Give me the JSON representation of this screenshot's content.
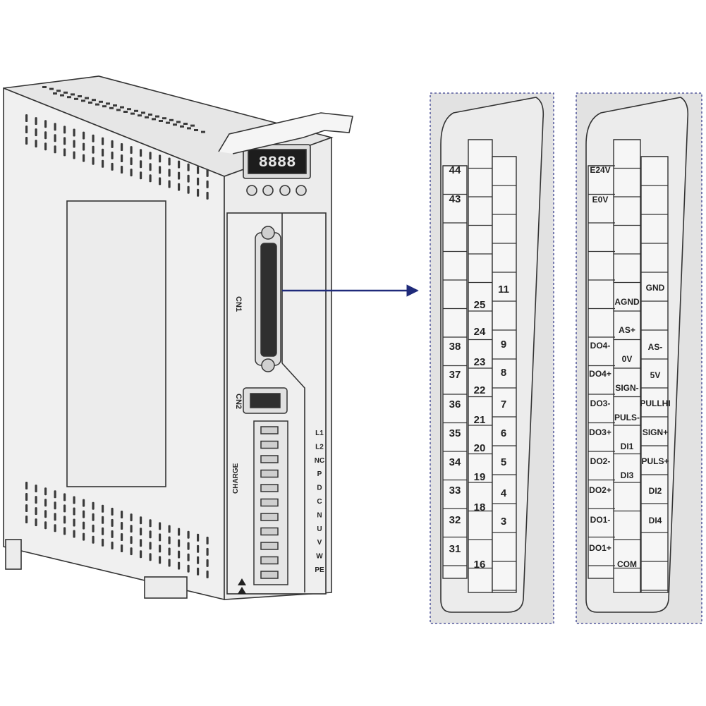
{
  "device": {
    "connector_labels": [
      "CN1",
      "CN2"
    ],
    "charge_label": "CHARGE",
    "terminals": [
      "L1",
      "L2",
      "NC",
      "P",
      "D",
      "C",
      "N",
      "U",
      "V",
      "W",
      "PE"
    ]
  },
  "pin_numbers": {
    "left": [
      "44",
      "43",
      "38",
      "37",
      "36",
      "35",
      "34",
      "33",
      "32",
      "31"
    ],
    "middle": [
      "25",
      "24",
      "23",
      "22",
      "21",
      "20",
      "19",
      "18",
      "16"
    ],
    "right": [
      "11",
      "9",
      "8",
      "7",
      "6",
      "5",
      "4",
      "3"
    ]
  },
  "signals": {
    "left": [
      "E24V",
      "E0V",
      "DO4-",
      "DO4+",
      "DO3-",
      "DO3+",
      "DO2-",
      "DO2+",
      "DO1-",
      "DO1+"
    ],
    "middle": [
      "AGND",
      "AS+",
      "0V",
      "SIGN-",
      "PULS-",
      "DI1",
      "DI3",
      "COM"
    ],
    "right": [
      "GND",
      "AS-",
      "5V",
      "PULLHI",
      "SIGN+",
      "PULS+",
      "DI2",
      "DI4"
    ]
  },
  "colors": {
    "arrow": "#1f2a7a",
    "panel_fill": "#e2e2e2",
    "panel_border": "#3a3f8f"
  }
}
